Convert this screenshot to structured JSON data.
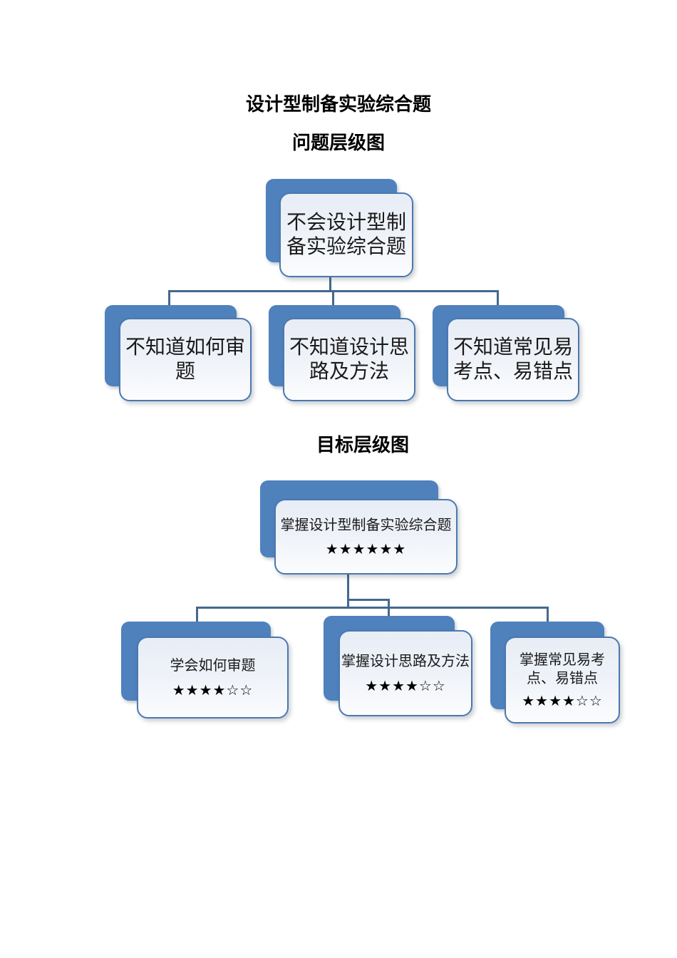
{
  "title": "设计型制备实验综合题",
  "problem_diagram": {
    "heading": "问题层级图",
    "root": {
      "label": "不会设计型制备实验综合题"
    },
    "children": [
      {
        "label": "不知道如何审题"
      },
      {
        "label": "不知道设计思路及方法"
      },
      {
        "label": "不知道常见易考点、易错点"
      }
    ]
  },
  "goal_diagram": {
    "heading": "目标层级图",
    "root": {
      "label": "掌握设计型制备实验综合题",
      "stars": "★★★★★★"
    },
    "children": [
      {
        "label": "学会如何审题",
        "stars": "★★★★☆☆"
      },
      {
        "label": "掌握设计思路及方法",
        "stars": "★★★★☆☆"
      },
      {
        "label": "掌握常见易考点、易错点",
        "stars": "★★★★☆☆"
      }
    ]
  },
  "colors": {
    "shape_back": "#4f81bd",
    "shape_border": "#4a79ae",
    "shape_fill_top": "#e8edf6",
    "shape_fill_bottom": "#fbfcfe",
    "connector": "#44688f"
  }
}
